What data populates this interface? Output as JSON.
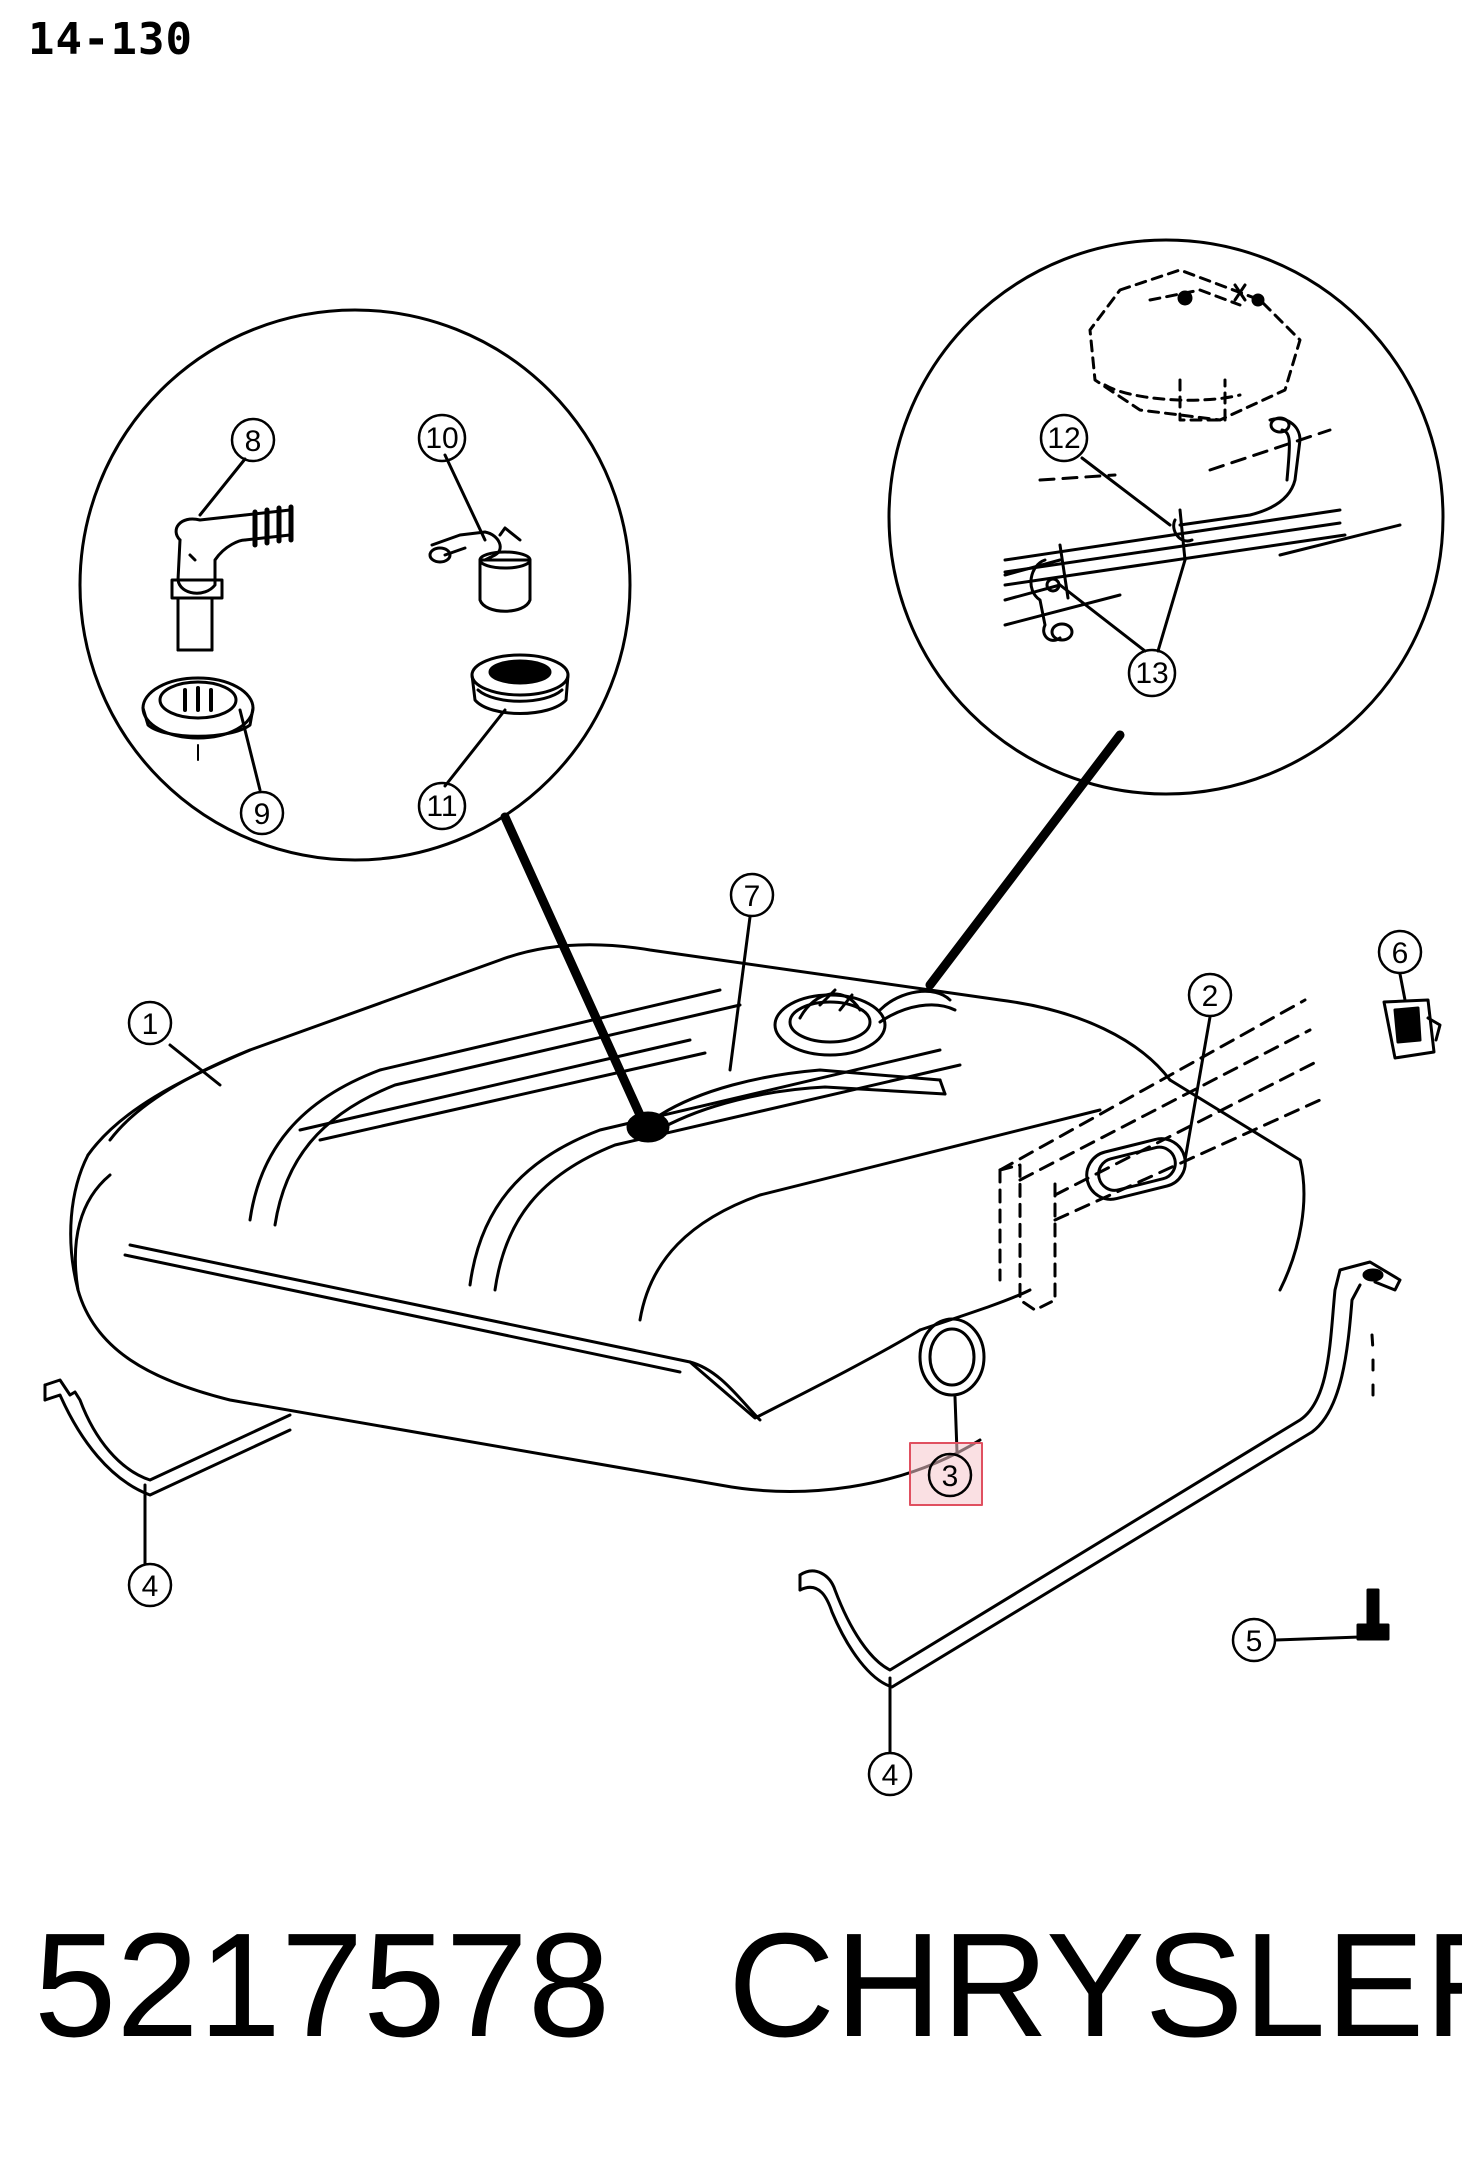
{
  "page_code": "14-130",
  "part_number": "5217578",
  "brand": "CHRYSLER",
  "highlight_color": "#e05060",
  "callouts": {
    "c1": "1",
    "c2": "2",
    "c3": "3",
    "c4a": "4",
    "c4b": "4",
    "c5": "5",
    "c6": "6",
    "c7": "7",
    "c8": "8",
    "c9": "9",
    "c10": "10",
    "c11": "11",
    "c12": "12",
    "c13": "13"
  },
  "highlighted_callout": "3"
}
